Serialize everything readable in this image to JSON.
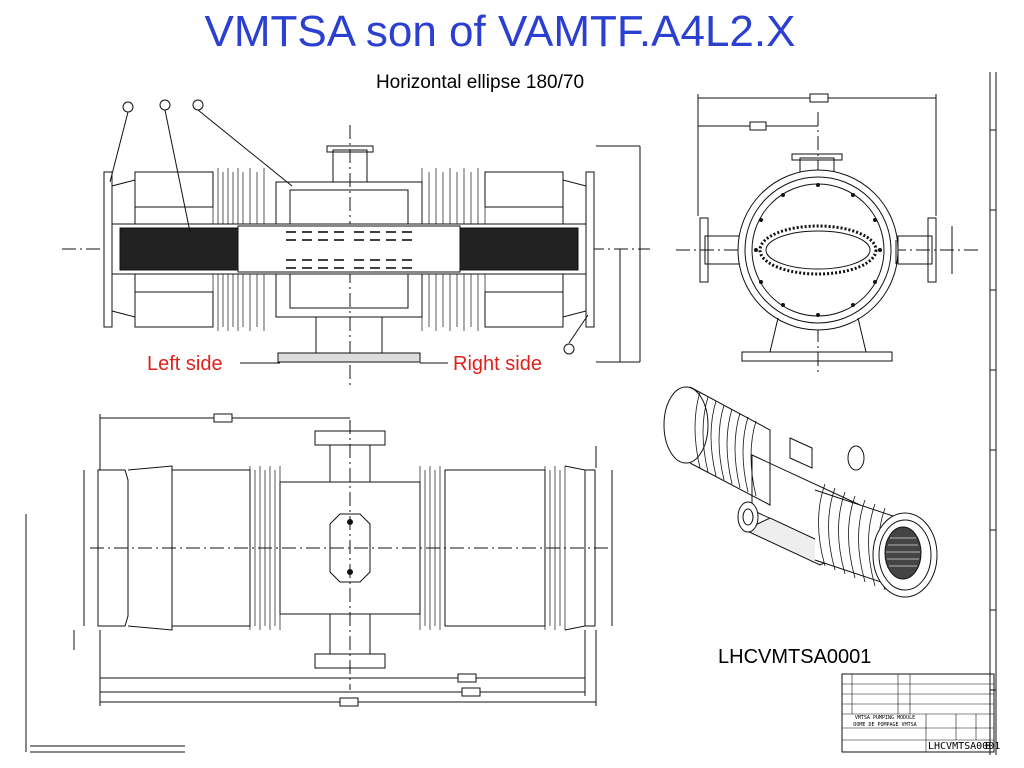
{
  "colors": {
    "title": "#2b3fd1",
    "side_label": "#e0201b",
    "line": "#111111",
    "hatch": "#555555"
  },
  "slide": {
    "title": "VMTSA son of VAMTF.A4L2.X",
    "subtitle": "Horizontal ellipse 180/70",
    "left_side_label": "Left side",
    "right_side_label": "Right side",
    "drawing_code": "LHCVMTSA0001"
  },
  "drawings": {
    "top_left": {
      "name": "longitudinal-section-view"
    },
    "top_right": {
      "name": "end-view-with-elliptic-aperture"
    },
    "middle_right": {
      "name": "isometric-3d-view"
    },
    "bottom": {
      "name": "top-view-with-dimensions"
    }
  },
  "title_block": {
    "part_number": "LHCVMTSA0001",
    "description_1": "VMTSA PUMPING MODULE",
    "description_2": "DOME DE POMPAGE VMTSA",
    "revision": "B"
  }
}
